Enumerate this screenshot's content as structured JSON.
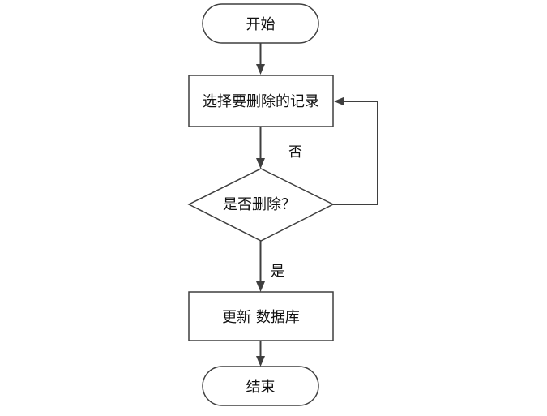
{
  "nodes": {
    "start": "开始",
    "select": "选择要删除的记录",
    "decision": "是否删除？",
    "update": "更新 数据库",
    "end": "结束"
  },
  "edge_labels": {
    "no": "否",
    "yes": "是"
  }
}
